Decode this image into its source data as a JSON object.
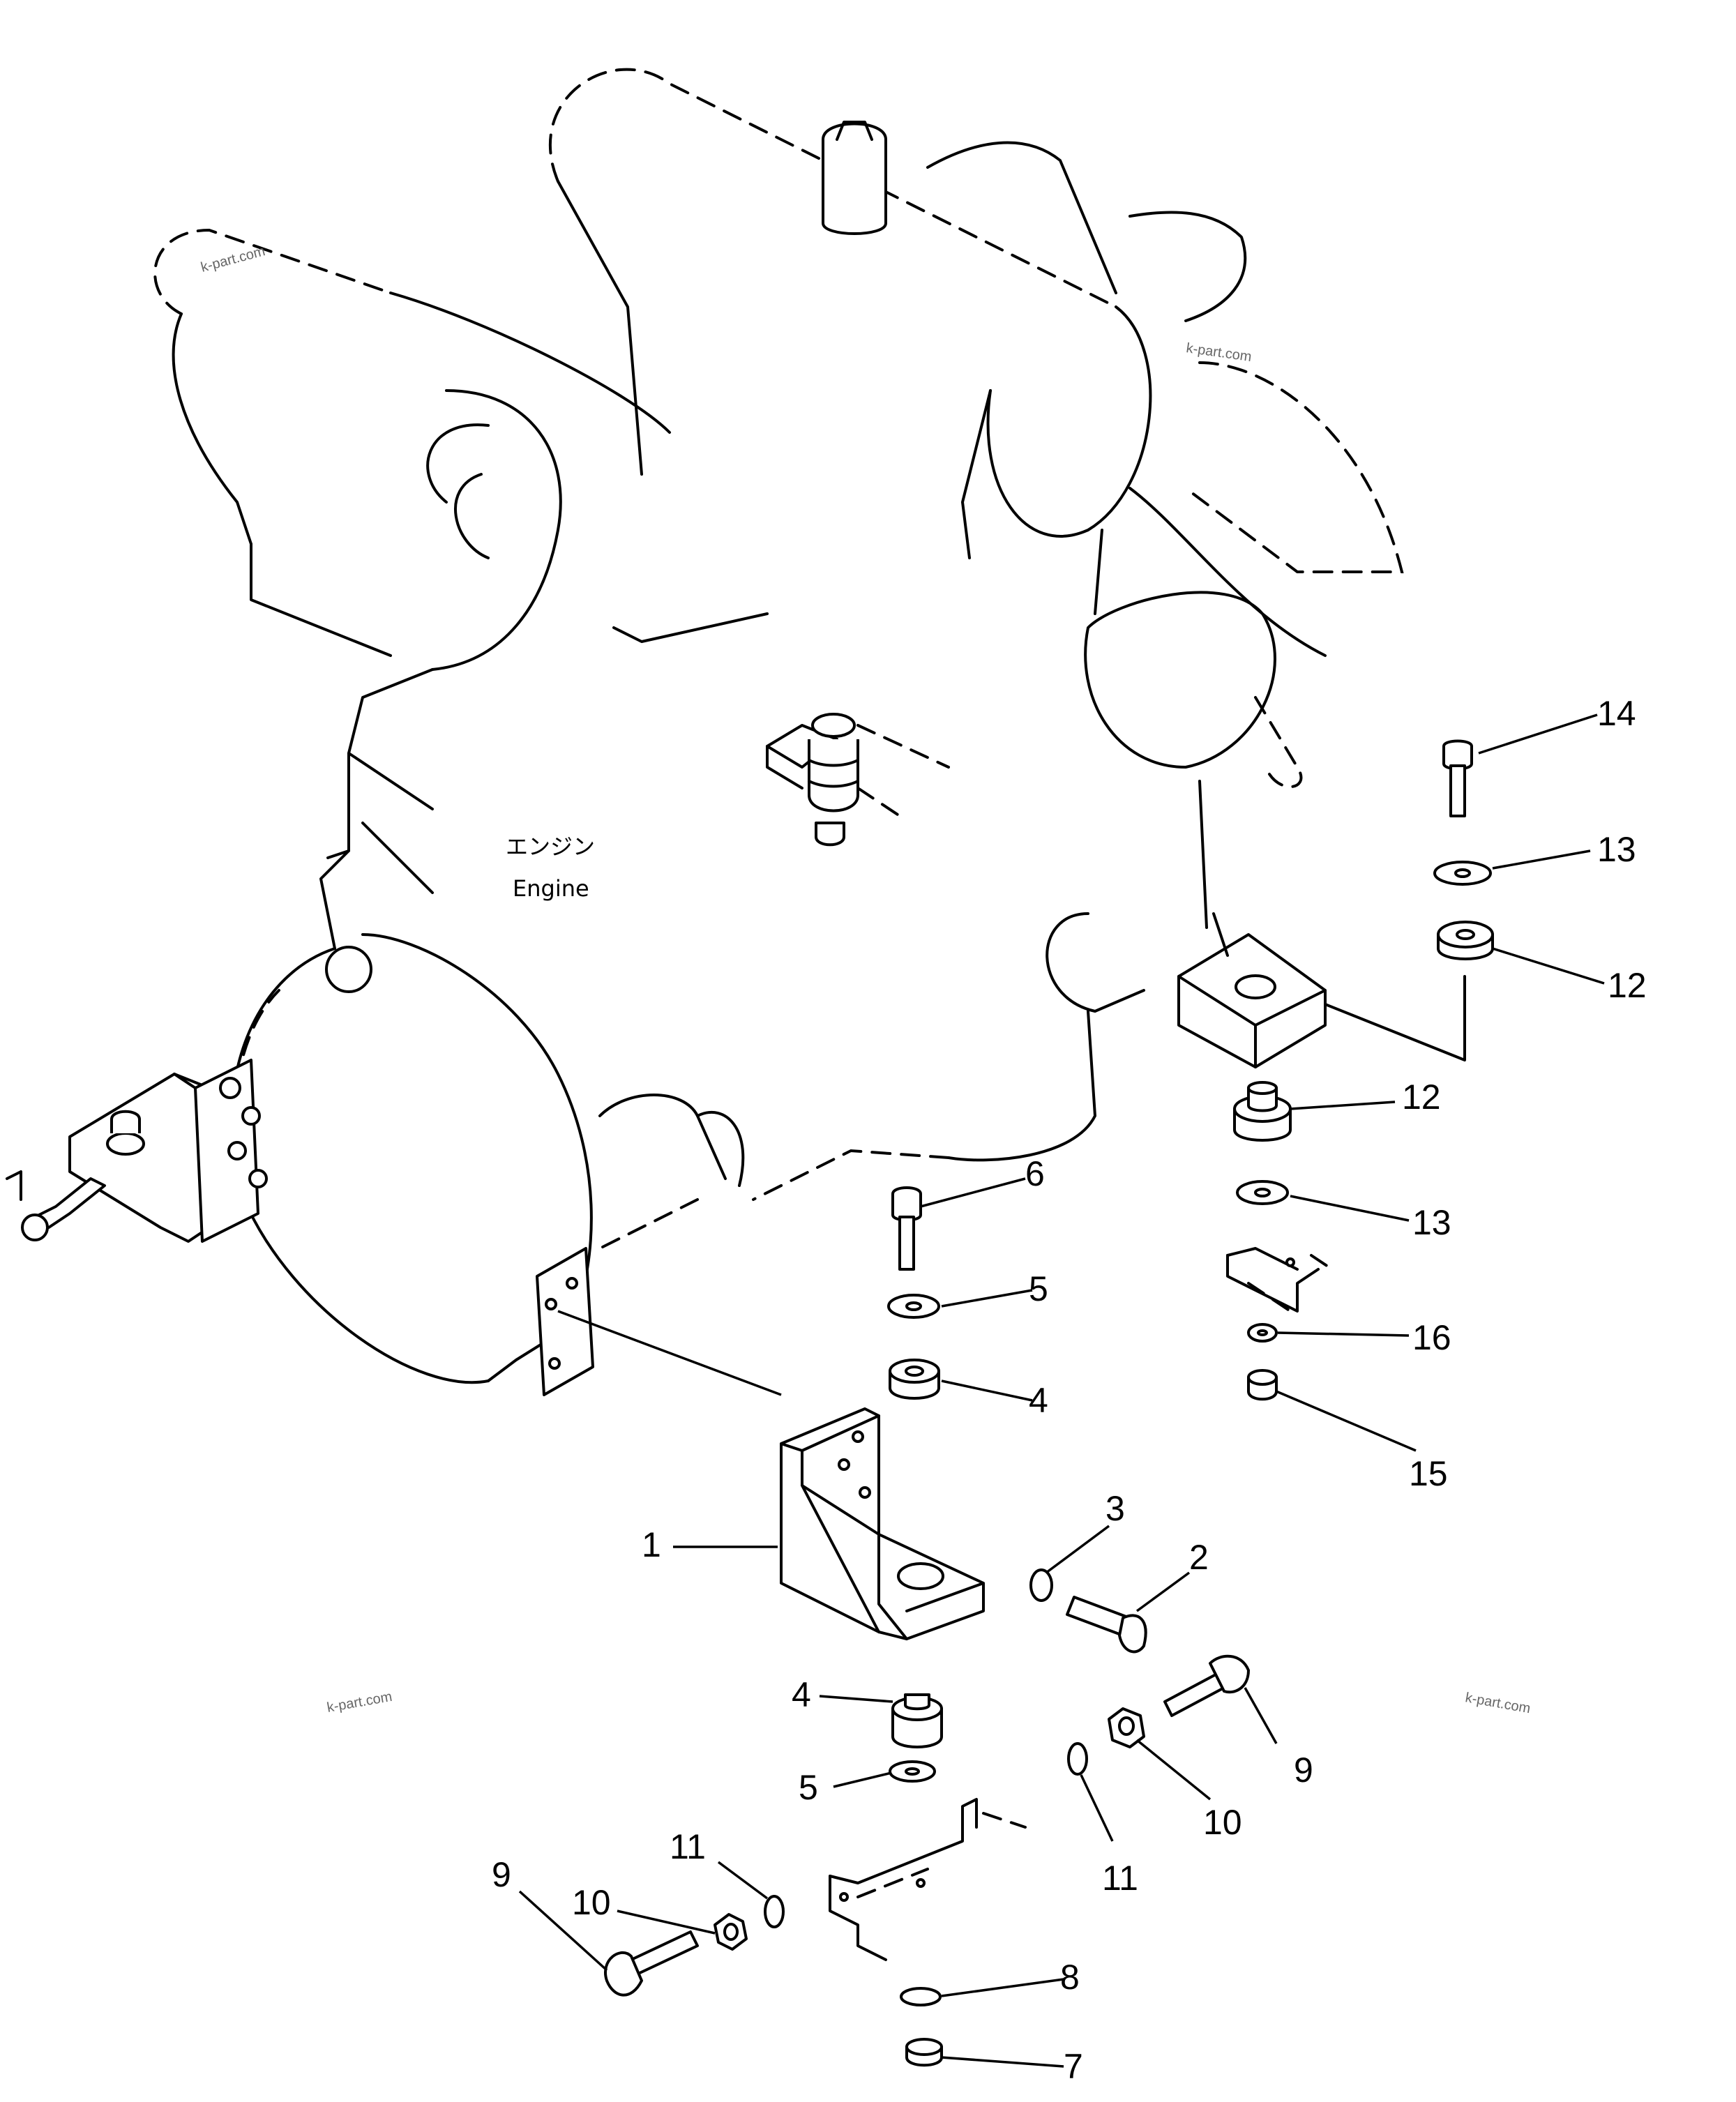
{
  "engine_label": {
    "japanese": "エンジン",
    "english": "Engine"
  },
  "watermark": "k-part.com",
  "callouts": {
    "c1": "1",
    "c2": "2",
    "c3": "3",
    "c4a": "4",
    "c4b": "4",
    "c5a": "5",
    "c5b": "5",
    "c6": "6",
    "c7": "7",
    "c8": "8",
    "c9a": "9",
    "c9b": "9",
    "c10a": "10",
    "c10b": "10",
    "c11a": "11",
    "c11b": "11",
    "c12a": "12",
    "c12b": "12",
    "c13a": "13",
    "c13b": "13",
    "c14": "14",
    "c15": "15",
    "c16": "16"
  }
}
